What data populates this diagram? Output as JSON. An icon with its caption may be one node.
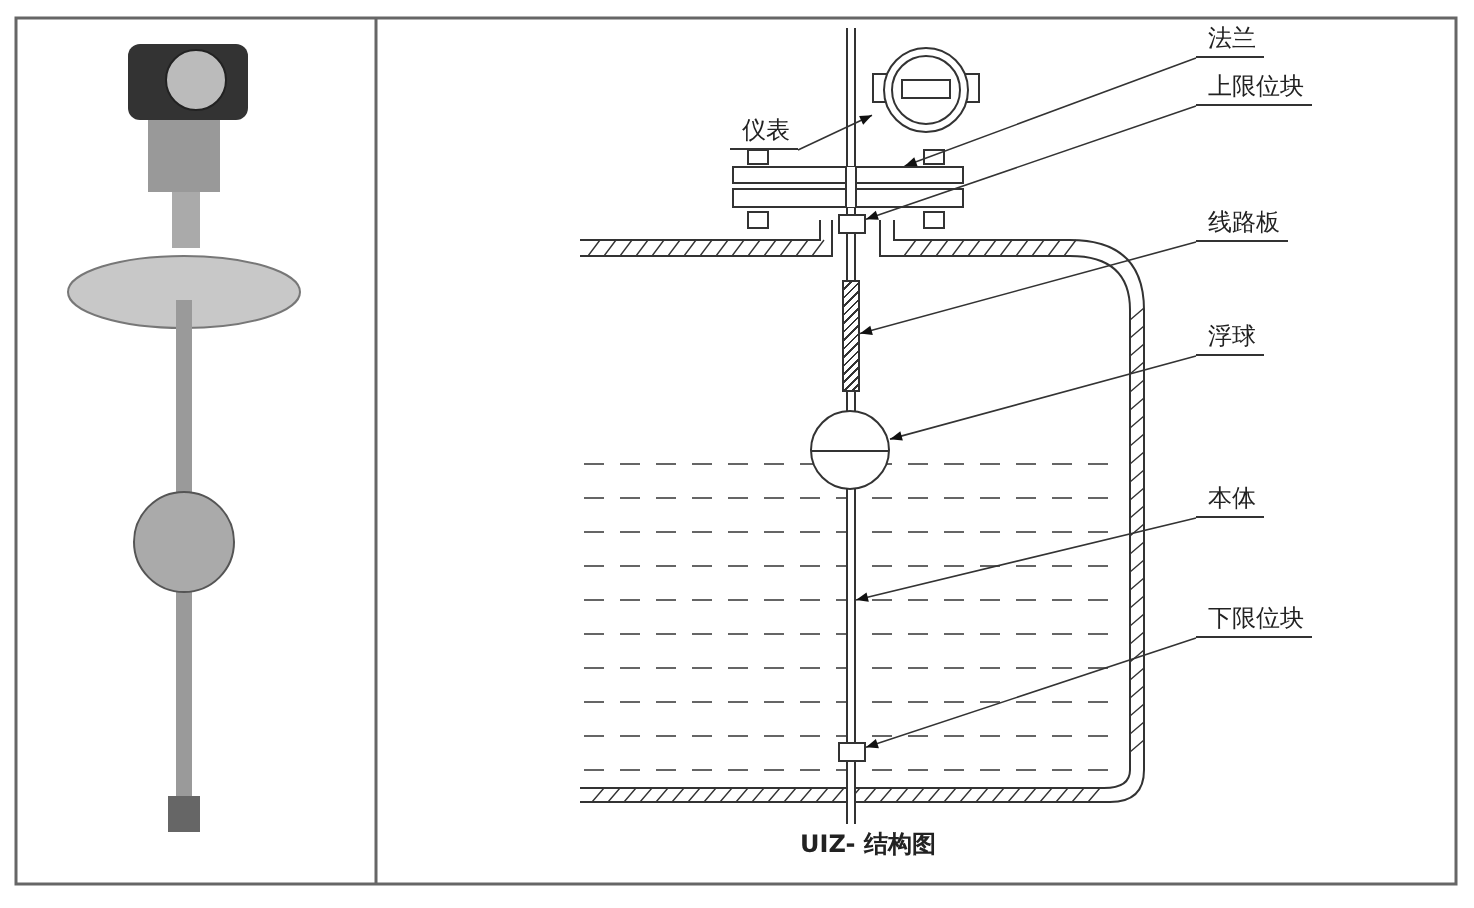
{
  "diagram": {
    "caption": "UIZ- 结构图",
    "nodes": [
      {
        "text": [
          "仪表"
        ]
      },
      {
        "text": [
          "法兰"
        ]
      },
      {
        "text": [
          "上限位块"
        ]
      },
      {
        "text": [
          "线路板"
        ]
      },
      {
        "text": [
          "浮球"
        ]
      },
      {
        "text": [
          "本体"
        ]
      },
      {
        "text": [
          "下限位块"
        ]
      },
      {
        "text": [],
        "shape": "picture"
      },
      {
        "text": [],
        "shape": "bar"
      },
      {
        "text": [],
        "shape": "box"
      },
      {
        "text": [],
        "shape": "bar"
      },
      {
        "text": [],
        "shape": "circle"
      },
      {
        "text": [],
        "shape": "bar"
      },
      {
        "text": [],
        "shape": "box"
      }
    ],
    "edges": [
      {
        "from": 0,
        "to": 7,
        "arrow": "to"
      },
      {
        "from": 1,
        "to": 8,
        "arrow": "to"
      },
      {
        "from": 2,
        "to": 9,
        "arrow": "to"
      },
      {
        "from": 3,
        "to": 10,
        "arrow": "to"
      },
      {
        "from": 4,
        "to": 11,
        "arrow": "to"
      },
      {
        "from": 5,
        "to": 12,
        "arrow": "to"
      },
      {
        "from": 6,
        "to": 13,
        "arrow": "to"
      }
    ]
  }
}
